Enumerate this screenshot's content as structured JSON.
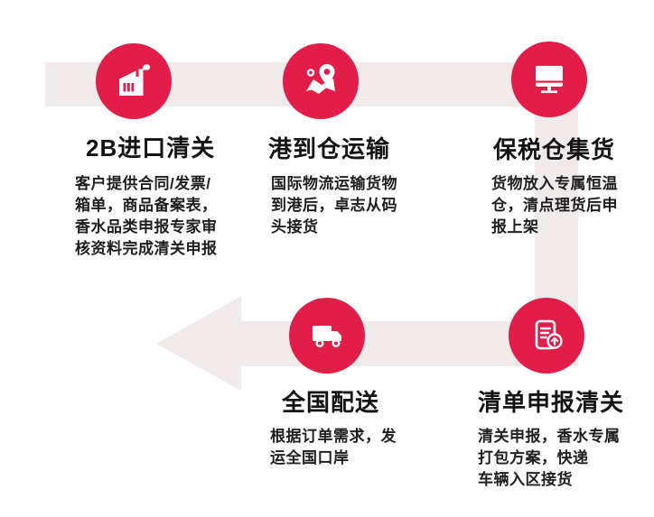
{
  "diagram": {
    "type": "process-flow",
    "flow_shape": "right-then-down-then-left-arrow",
    "stages": [
      {
        "step": 1,
        "title": "2B进口清关",
        "desc": "客户提供合同/发票/\n箱单，商品备案表，\n香水品类申报专家审\n核资料完成清关申报",
        "icon": "factory-icon"
      },
      {
        "step": 2,
        "title": "港到仓运输",
        "desc": "国际物流运输货物\n到港后，卓志从码\n头接货",
        "icon": "map-location-icon"
      },
      {
        "step": 3,
        "title": "保税仓集货",
        "desc": "货物放入专属恒温\n仓，清点理货后申\n报上架",
        "icon": "monitor-icon"
      },
      {
        "step": 4,
        "title": "清单申报清关",
        "desc": "清关申报，香水专属\n打包方案，快递\n车辆入区接货",
        "icon": "document-upload-icon"
      },
      {
        "step": 5,
        "title": "全国配送",
        "desc": "根据订单需求，发\n运全国口岸",
        "icon": "truck-icon"
      }
    ]
  },
  "colors": {
    "accent": "#e21d48",
    "flow_band": "#f0ebea",
    "title_text": "#141414",
    "desc_text": "#1f1f1f",
    "icon": "#ffffff",
    "background": "#ffffff"
  }
}
